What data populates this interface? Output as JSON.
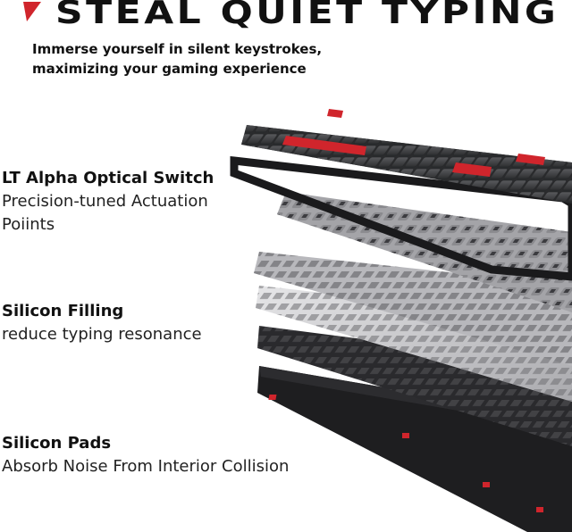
{
  "header": {
    "title": "STEAL QUIET TYPING",
    "subtitle_line1": "Immerse yourself in silent keystrokes,",
    "subtitle_line2": "maximizing your gaming experience"
  },
  "features": [
    {
      "heading": "LT Alpha Optical Switch",
      "desc_line1": "Precision-tuned Actuation",
      "desc_line2": "Poiints"
    },
    {
      "heading": "Silicon Filling",
      "desc_line1": "reduce typing resonance"
    },
    {
      "heading": "Silicon Pads",
      "desc_line1": "Absorb Noise From Interior Collision"
    }
  ],
  "colors": {
    "accent": "#d0252c",
    "keycap_dark": "#3a3b3d",
    "plate_silver": "#c9c9cc",
    "case_black": "#1e1e20"
  },
  "icons": {
    "flag": "red-triangle-flag-icon"
  }
}
